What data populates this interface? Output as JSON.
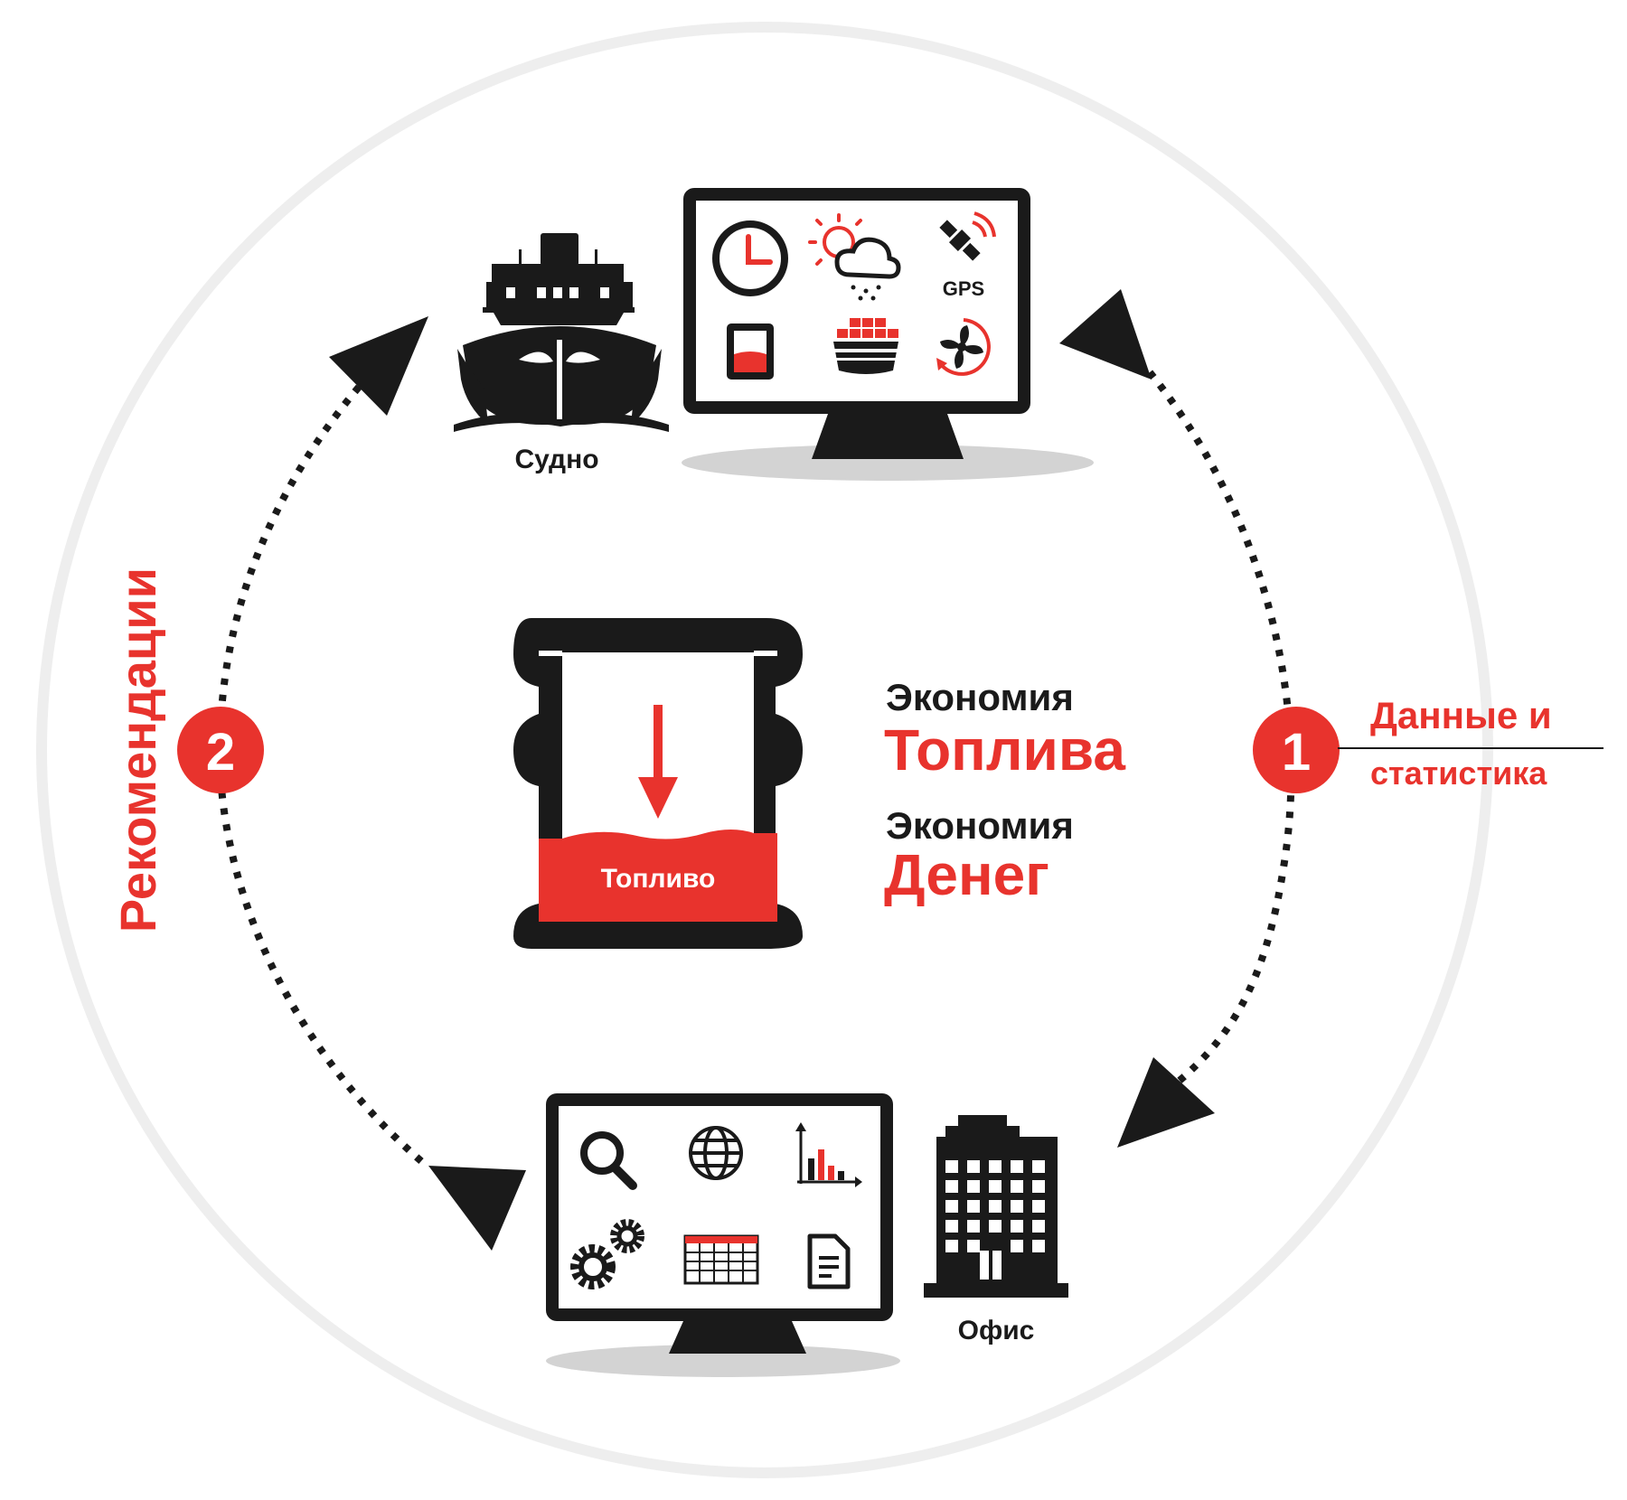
{
  "colors": {
    "red": "#e8332d",
    "black": "#1a1a1a",
    "ring": "#eeeeee",
    "shadow": "#d3d3d3",
    "white": "#ffffff"
  },
  "labels": {
    "ship": "Судно",
    "office": "Офис",
    "fuel": "Топливо",
    "gps": "GPS",
    "savings1_line1": "Экономия",
    "savings1_line2": "Топлива",
    "savings2_line1": "Экономия",
    "savings2_line2": "Денег",
    "step1_number": "1",
    "step1_line1": "Данные и",
    "step1_line2": "статистика",
    "step2_number": "2",
    "step2_label": "Рекомендации"
  },
  "icons": {
    "ship_monitor": [
      "clock-icon",
      "weather-icon",
      "satellite-gps-icon",
      "fuel-barrel-icon",
      "cargo-ship-icon",
      "propeller-icon"
    ],
    "office_monitor": [
      "search-icon",
      "globe-icon",
      "bar-chart-icon",
      "gears-icon",
      "spreadsheet-icon",
      "document-icon"
    ]
  }
}
